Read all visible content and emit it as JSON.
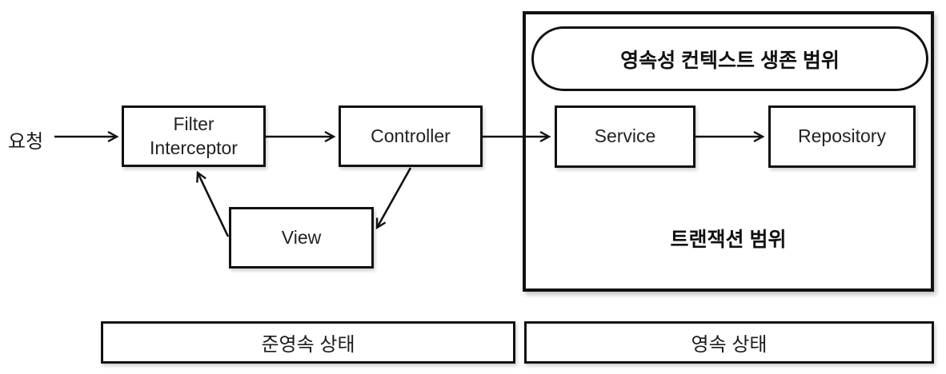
{
  "diagram": {
    "request_label": "요청",
    "nodes": {
      "filter_interceptor": {
        "line1": "Filter",
        "line2": "Interceptor"
      },
      "controller": {
        "label": "Controller"
      },
      "view": {
        "label": "View"
      },
      "service": {
        "label": "Service"
      },
      "repository": {
        "label": "Repository"
      }
    },
    "scopes": {
      "persistence_context": {
        "label": "영속성 컨텍스트 생존 범위"
      },
      "transaction": {
        "label": "트랜잭션 범위"
      }
    },
    "states": {
      "detached": {
        "label": "준영속 상태"
      },
      "persistent": {
        "label": "영속 상태"
      }
    },
    "edges": [
      {
        "from": "request",
        "to": "filter_interceptor"
      },
      {
        "from": "filter_interceptor",
        "to": "controller"
      },
      {
        "from": "controller",
        "to": "service"
      },
      {
        "from": "service",
        "to": "repository"
      },
      {
        "from": "controller",
        "to": "view"
      },
      {
        "from": "view",
        "to": "filter_interceptor"
      }
    ],
    "colors": {
      "stroke": "#111111",
      "background": "#ffffff",
      "text": "#1c1c1c"
    }
  }
}
